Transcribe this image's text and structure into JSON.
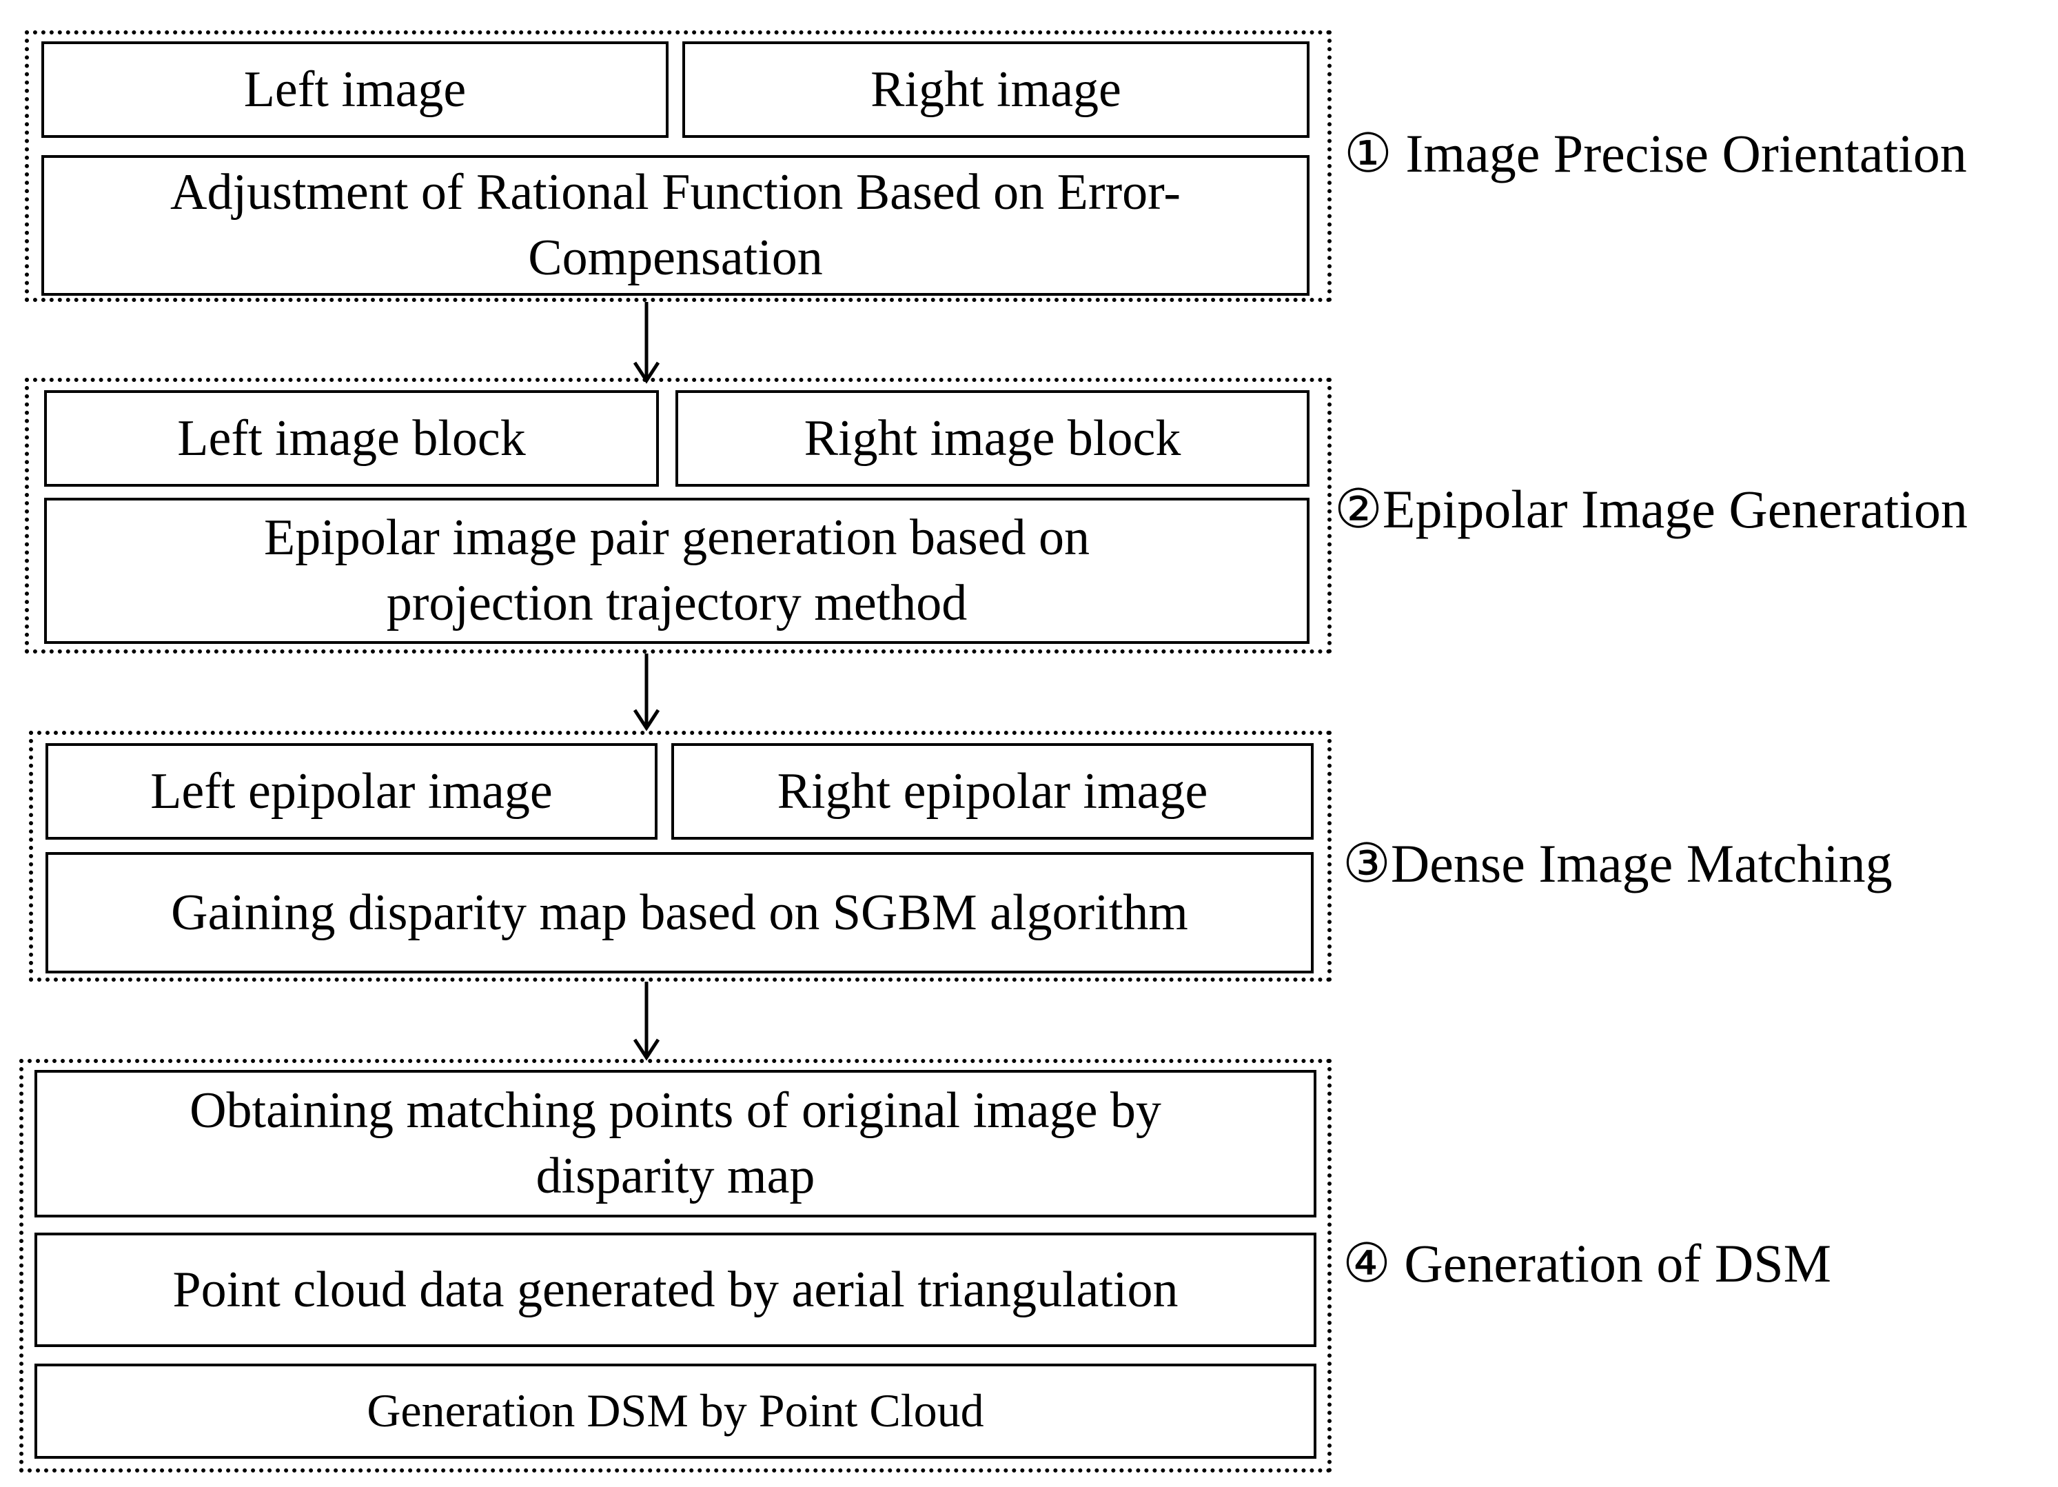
{
  "stages": [
    {
      "step_label": "① Image Precise Orientation",
      "boxes": {
        "left": "Left image",
        "right": "Right image",
        "process": "Adjustment of Rational Function Based on Error-Compensation"
      }
    },
    {
      "step_label": "②Epipolar Image Generation",
      "boxes": {
        "left": "Left image block",
        "right": "Right image block",
        "process": "Epipolar image pair generation based on projection trajectory method"
      }
    },
    {
      "step_label": "③Dense Image Matching",
      "boxes": {
        "left": "Left epipolar image",
        "right": "Right epipolar image",
        "process": "Gaining disparity map based on SGBM algorithm"
      }
    },
    {
      "step_label": "④ Generation of DSM",
      "boxes": {
        "first": "Obtaining matching points of original image by disparity map",
        "second": "Point cloud data generated by aerial triangulation",
        "third": "Generation DSM by Point Cloud"
      }
    }
  ]
}
